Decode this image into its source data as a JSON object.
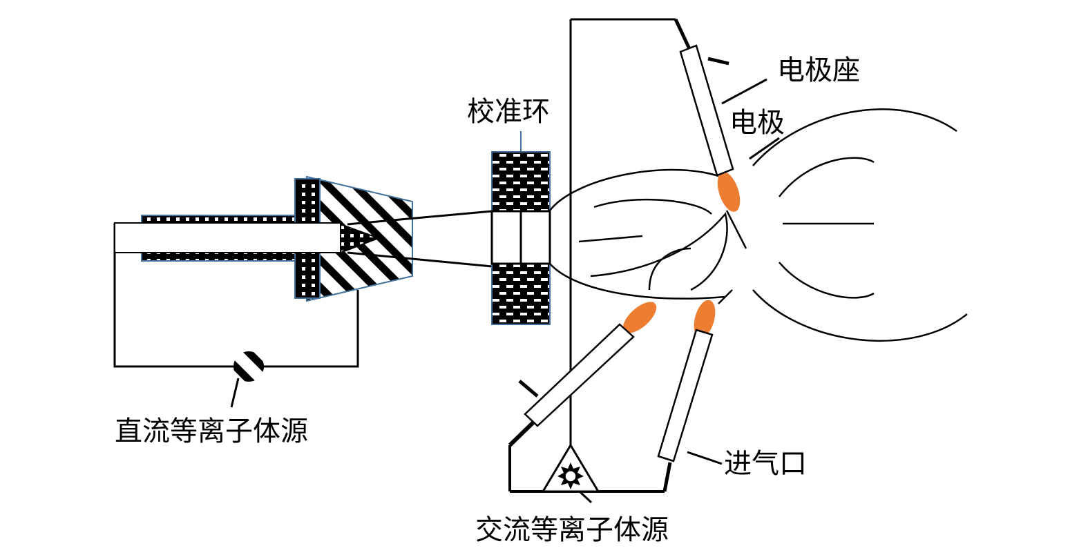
{
  "labels": {
    "electrode_holder": "电极座",
    "electrode": "电极",
    "calibration_ring": "校准环",
    "dc_plasma_source": "直流等离子体源",
    "gas_inlet": "进气口",
    "ac_plasma_source": "交流等离子体源"
  },
  "colors": {
    "electrode_tip": "#ED7D31",
    "outline_blue": "#41719C",
    "line": "#000000"
  }
}
